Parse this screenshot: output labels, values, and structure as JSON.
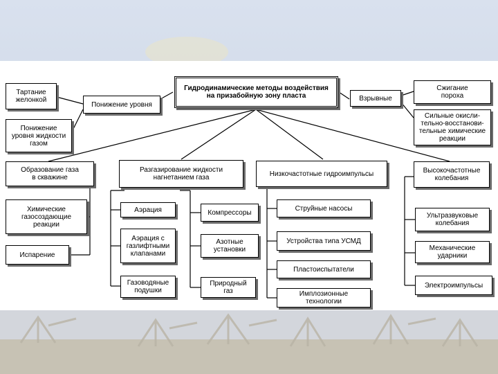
{
  "diagram": {
    "title": "Гидродинамические методы воздействия\nна призабойную зону пласта",
    "level1": {
      "lowering": "Понижение уровня",
      "explosive": "Взрывные"
    },
    "lowering_children": {
      "bailing": "Тартание\nжелонкой",
      "gas_lowering": "Понижение\nуровня жидкости\nгазом"
    },
    "explosive_children": {
      "powder": "Сжигание\nпороха",
      "oxidizers": "Сильные окисли-\nтельно-восстанови-\nтельные химические\nреакции"
    },
    "categories": {
      "gas_formation": "Образование газа\nв скважине",
      "degassing": "Разгазирование жидкости\nнагнетанием газа",
      "low_freq": "Низкочастотные гидроимпульсы",
      "high_freq": "Высокочастотные\nколебания"
    },
    "gas_formation_items": [
      "Химические\nгазосоздающие\nреакции",
      "Испарение"
    ],
    "degassing_left": [
      "Аэрация",
      "Аэрация с\nгазлифтными\nклапанами",
      "Газоводяные\nподушки"
    ],
    "degassing_right": [
      "Компрессоры",
      "Азотные\nустановки",
      "Природный\nгаз"
    ],
    "low_freq_items": [
      "Струйные насосы",
      "Устройства типа УСМД",
      "Пластоиспытатели",
      "Имплозионные\nтехнологии"
    ],
    "high_freq_items": [
      "Ультразвуковые\nколебания",
      "Механические\nударники",
      "Электроимпульсы"
    ]
  },
  "colors": {
    "background": "#cfd8e6",
    "panel": "#ffffff",
    "border": "#000000",
    "shadow": "#6b6b6b"
  }
}
